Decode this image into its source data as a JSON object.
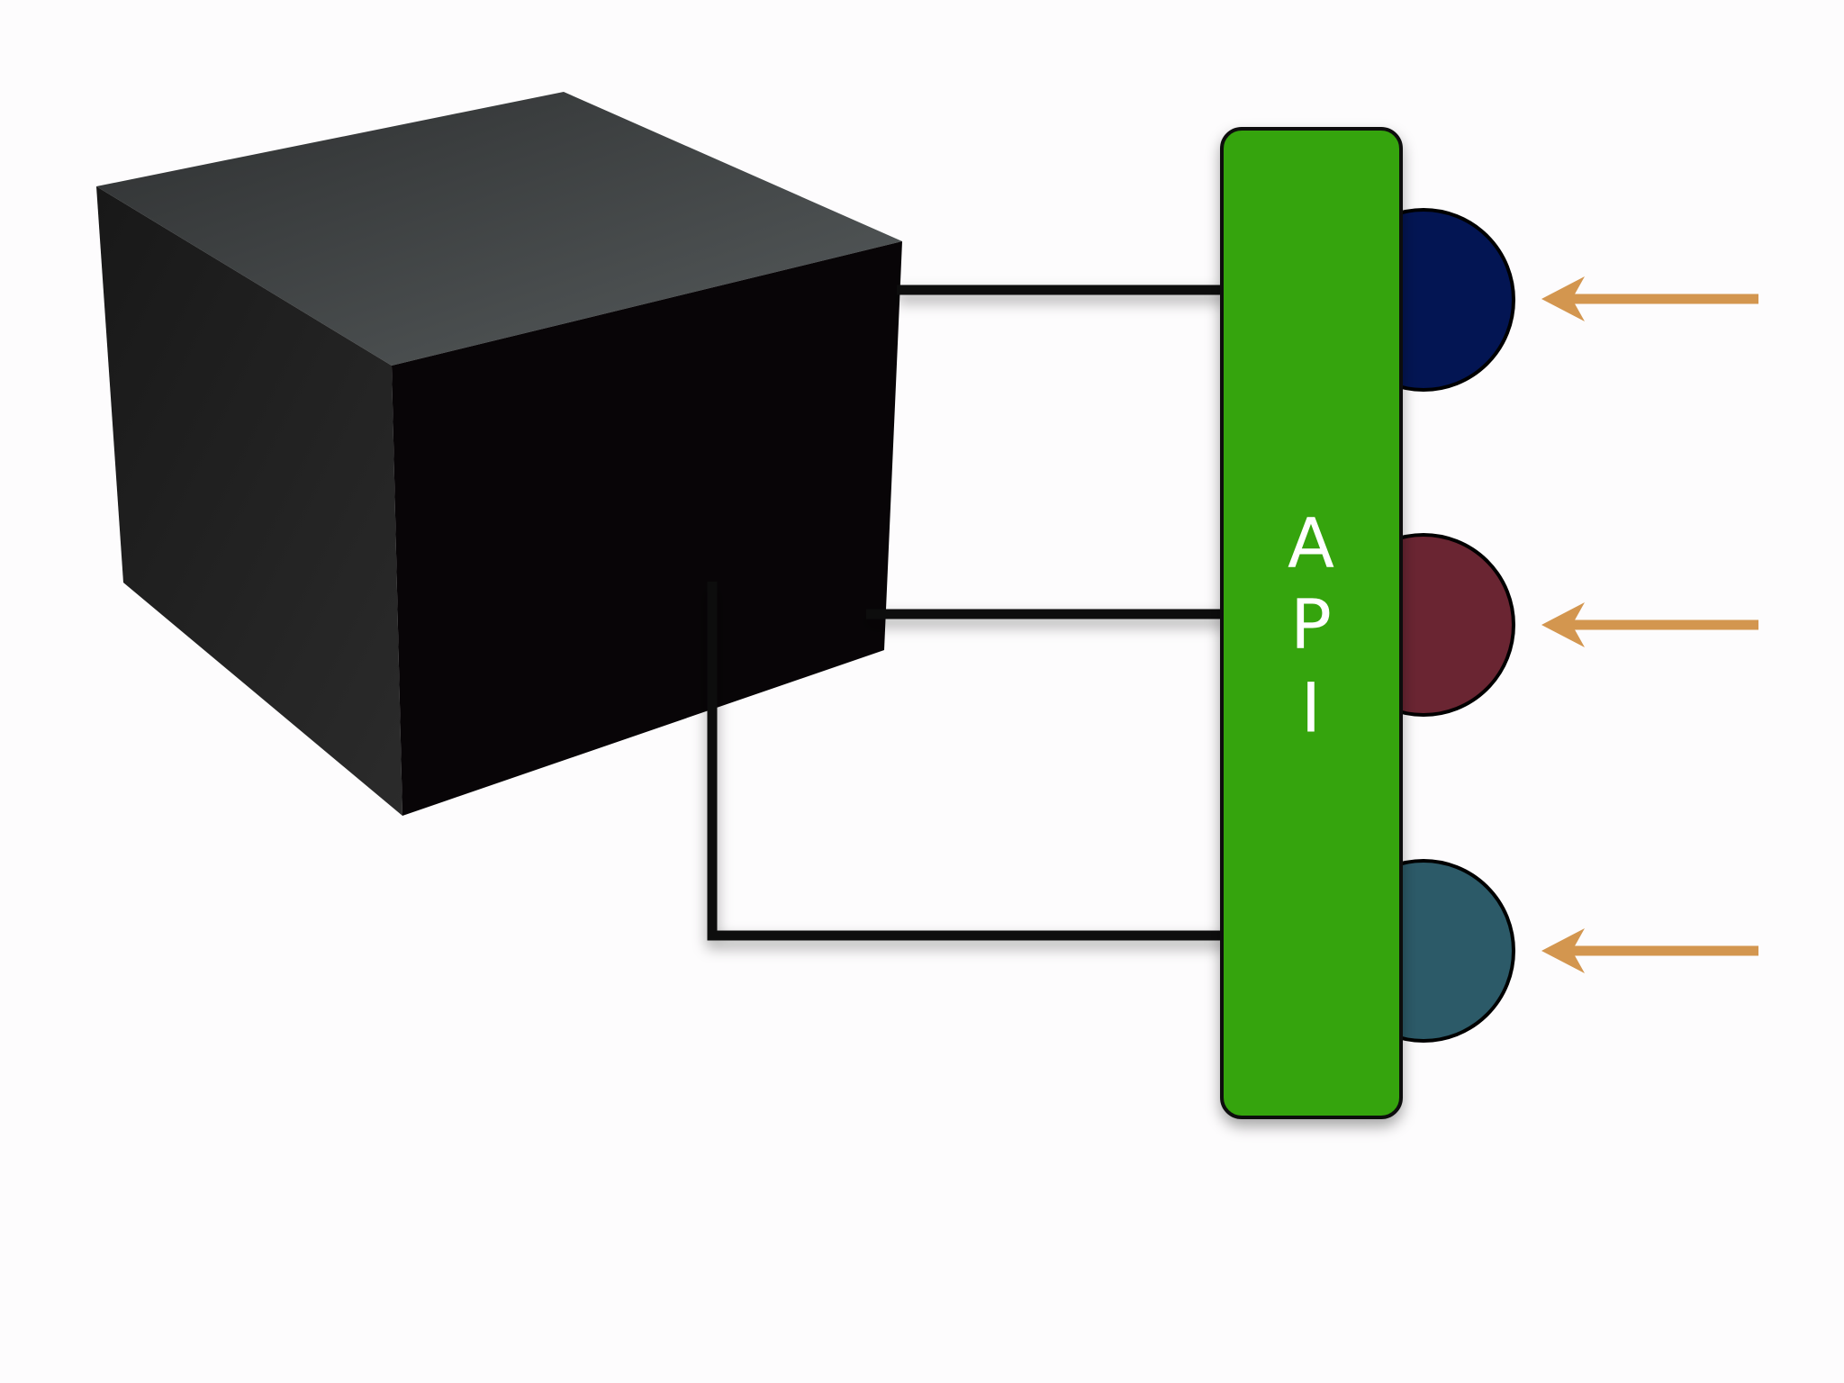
{
  "api_label": {
    "letters": [
      "A",
      "P",
      "I"
    ]
  },
  "colors": {
    "background": "#fdfcfd",
    "api_bar_fill": "#34a407",
    "connector_line": "#111111",
    "arrow": "#d3964f",
    "cube_top": "#4a4c4d",
    "cube_left": "#222222",
    "cube_front": "#080507",
    "circles": [
      "#031553",
      "#6a2532",
      "#2c5a68"
    ]
  },
  "icons": {
    "cube": "black-box-cube",
    "arrow": "arrow-left"
  }
}
